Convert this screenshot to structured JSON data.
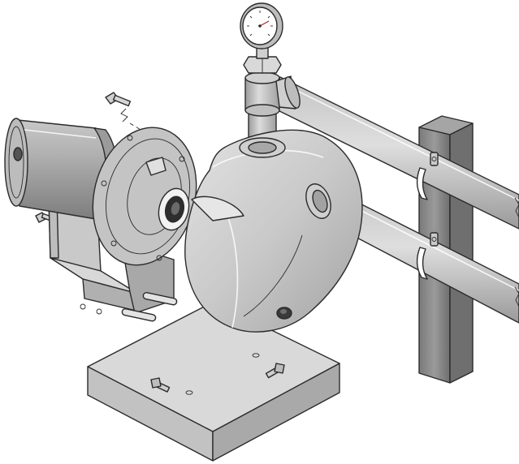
{
  "illustration": {
    "kind": "exploded pump assembly line art",
    "components": [
      "pressure-gauge",
      "gauge-tee-fitting",
      "vertical-discharge-pipe",
      "pump-volute-housing",
      "upper-horizontal-pipe",
      "lower-horizontal-pipe",
      "vertical-support-post",
      "pipe-clamp-upper",
      "pipe-clamp-lower",
      "electric-motor",
      "motor-flange-adapter",
      "impeller-seal",
      "motor-mounting-bracket",
      "concrete-base-pad",
      "mounting-bolts",
      "drain-plug"
    ],
    "colors": {
      "metal_light": "#d8d8d8",
      "metal_mid": "#b5b5b5",
      "metal_dark": "#8e8e8e",
      "motor": "#a9a9a9",
      "post": "#8a8a8a",
      "base_top": "#d9d9d9",
      "base_side": "#bdbdbd",
      "outline": "#2b2b2b"
    }
  }
}
